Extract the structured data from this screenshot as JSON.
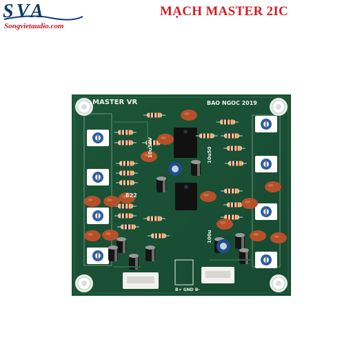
{
  "logo": {
    "letters": "SVA",
    "website": "Songvietaudio.com"
  },
  "title": "MẠCH MASTER 2IC",
  "board": {
    "label_main": "MASTER VR",
    "label_author": "BAO NGOC 2019",
    "cap_label_left": "10u50V",
    "cap_label_right": "10u50",
    "label_822": "822",
    "label_100u": "100u",
    "connector_power": "B+ GND B-",
    "colors": {
      "pcb": "#1f5a3c",
      "silk": "#e9f2e6",
      "capacitor": "#b5502a"
    }
  }
}
